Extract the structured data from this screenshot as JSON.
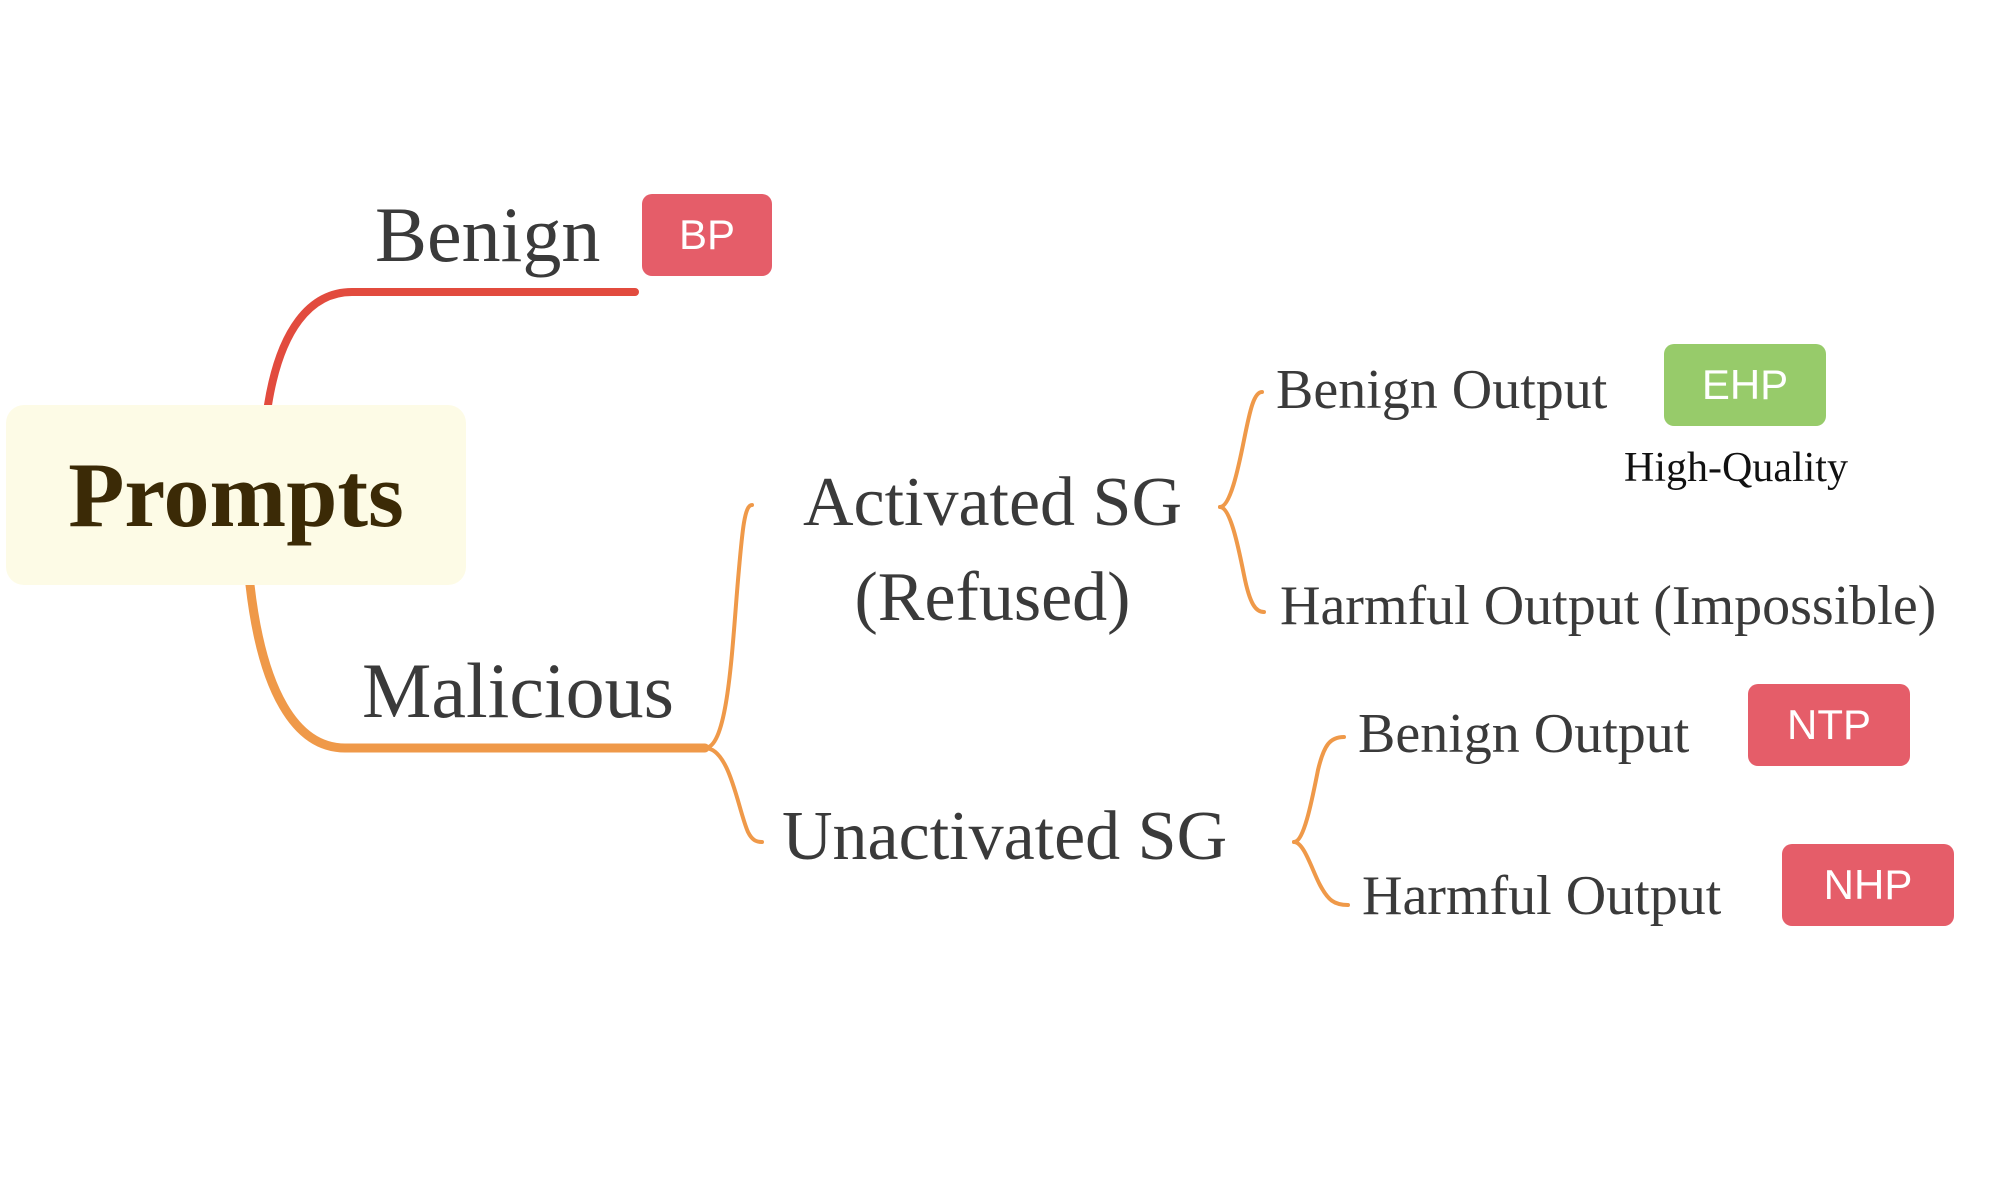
{
  "root": {
    "label": "Prompts"
  },
  "branches": {
    "benign": {
      "label": "Benign",
      "tag": "BP"
    },
    "malicious": {
      "label": "Malicious"
    }
  },
  "activated": {
    "line1": "Activated SG",
    "line2": "(Refused)"
  },
  "unactivated": {
    "label": "Unactivated SG"
  },
  "leaves": {
    "activated_benign": {
      "label": "Benign Output",
      "tag": "EHP",
      "note": "High-Quality"
    },
    "activated_harmful": {
      "label": "Harmful Output (Impossible)"
    },
    "unactivated_benign": {
      "label": "Benign Output",
      "tag": "NTP"
    },
    "unactivated_harmful": {
      "label": "Harmful Output",
      "tag": "NHP"
    }
  },
  "colors": {
    "benign_branch": "#e24b3e",
    "malicious_branch": "#ef9949",
    "tag_red": "#e55d69",
    "tag_green": "#97cb6a",
    "root_fill": "#fdfbe6",
    "root_text": "#3b2a06",
    "node_text": "#3a3a3a"
  }
}
